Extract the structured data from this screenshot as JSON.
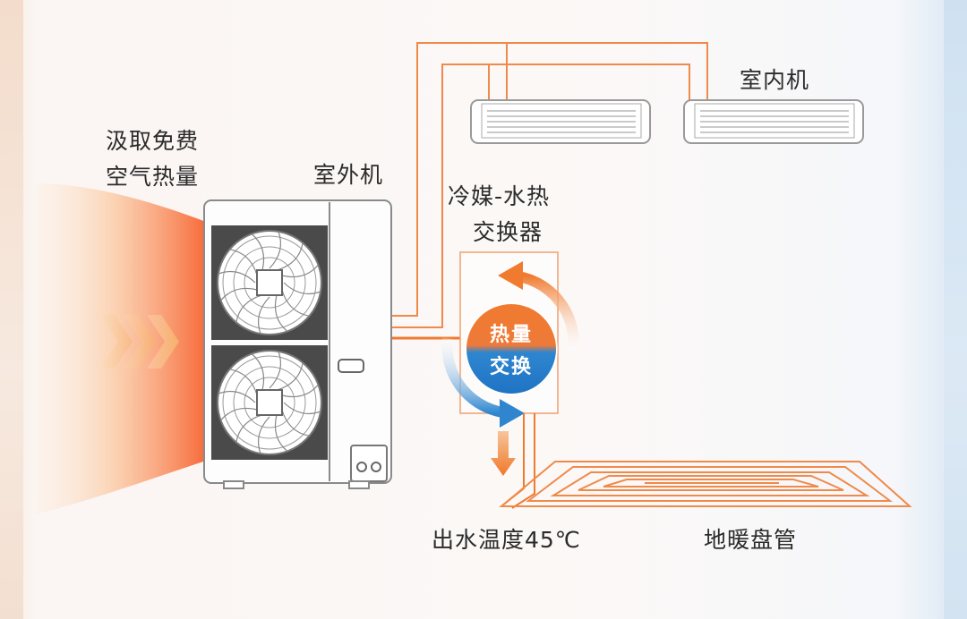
{
  "labels": {
    "air_line1": "汲取免费",
    "air_line2": "空气热量",
    "outdoor_unit": "室外机",
    "indoor_unit": "室内机",
    "heat_exchanger_line1": "冷媒-水热",
    "heat_exchanger_line2": "交换器",
    "badge_line1": "热量",
    "badge_line2": "交换",
    "water_temp": "出水温度45℃",
    "floor_heating": "地暖盘管"
  },
  "colors": {
    "pipe_orange": "#f08a4b",
    "heat_orange": "#f07a2e",
    "cool_blue": "#2f86cf",
    "unit_outline": "#8a8a8a"
  },
  "icons": [
    "chevron-arrow-icon",
    "fan-icon",
    "exchange-arrow-icon",
    "down-arrow-icon"
  ]
}
